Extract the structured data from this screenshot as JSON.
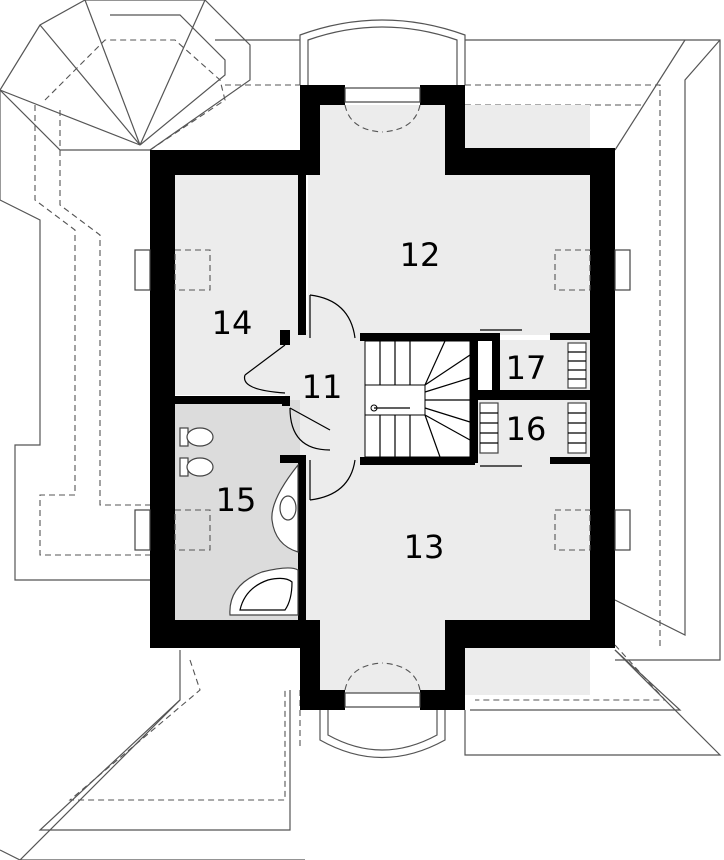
{
  "plan": {
    "colors": {
      "wall": "#000000",
      "floor": "#ececec",
      "bath_floor": "#dcdcdc",
      "roof_line": "#555555"
    },
    "rooms": {
      "r11": {
        "number": "11"
      },
      "r12": {
        "number": "12"
      },
      "r13": {
        "number": "13"
      },
      "r14": {
        "number": "14"
      },
      "r15": {
        "number": "15"
      },
      "r16": {
        "number": "16"
      },
      "r17": {
        "number": "17"
      }
    }
  }
}
